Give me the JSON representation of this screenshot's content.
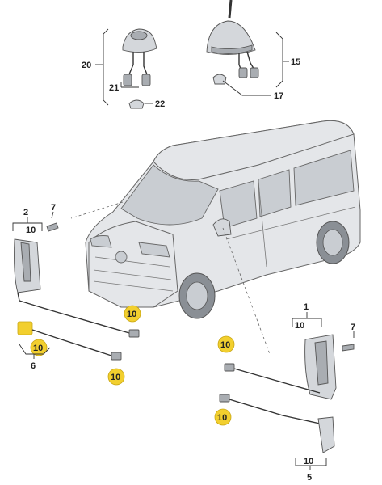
{
  "callouts": {
    "c20": "20",
    "c21": "21",
    "c22": "22",
    "c15": "15",
    "c17": "17",
    "c2": "2",
    "c10_left_top": "10",
    "c7_left": "7",
    "c10_left_conn1": "10",
    "c10_left_mod": "10",
    "c6": "6",
    "c10_left_conn2": "10",
    "c1": "1",
    "c10_right_top": "10",
    "c7_right": "7",
    "c10_right_conn1": "10",
    "c10_right_conn2": "10",
    "c5": "5",
    "c10_right_bottom": "10"
  },
  "colors": {
    "highlight": "#f2cf2e",
    "part": "#d4d7db",
    "line": "#333333"
  }
}
